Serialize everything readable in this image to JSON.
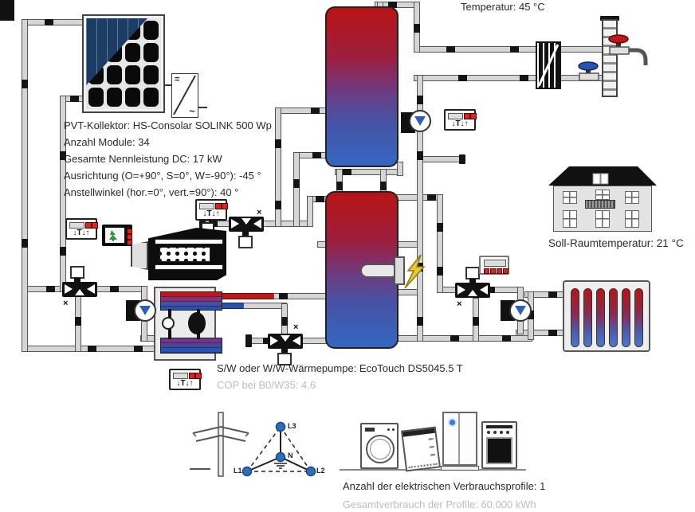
{
  "solar": {
    "info_lines": [
      "PVT-Kollektor: HS-Consolar SOLINK 500 Wp",
      "Anzahl Module: 34",
      "Gesamte Nennleistung DC: 17 kW",
      "Ausrichtung (O=+90°, S=0°, W=-90°): -45 °",
      "Anstellwinkel (hor.=0°, vert.=90°): 40 °"
    ],
    "inverter_dc_symbol": "=",
    "inverter_ac_symbol": "~"
  },
  "domestic_hot_water": {
    "temperature_label": "Temperatur: 45 °C"
  },
  "building": {
    "room_setpoint_label": "Soll-Raumtemperatur: 21 °C"
  },
  "heat_pump": {
    "model_label": "S/W oder W/W-Wärmepumpe: EcoTouch DS5045.5 T",
    "cop_label": "COP bei B0/W35: 4,6"
  },
  "electricity": {
    "profiles_label": "Anzahl der elektrischen Verbrauchsprofile: 1",
    "consumption_label": "Gesamtverbrauch der Profile: 60.000 kWh",
    "phase_labels": {
      "l1": "L1",
      "l2": "L2",
      "l3": "L3",
      "n": "N"
    }
  },
  "symbols": {
    "valve_marker": "×",
    "controller_glyph": "↓T↓↑"
  },
  "colors": {
    "tank_hot": "#b81414",
    "tank_cold": "#3566c2",
    "pipe": "#d6d6d6",
    "pv_thermal_blue": "#1d3c63",
    "phase_dot": "#2e6fbd",
    "lightning": "#e8c832"
  }
}
